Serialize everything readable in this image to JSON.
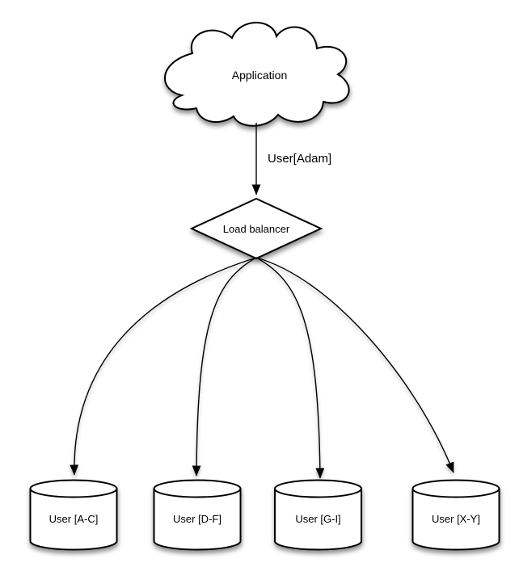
{
  "diagram": {
    "application": {
      "label": "Application",
      "shape": "cloud"
    },
    "request_arrow": {
      "label": "User[Adam]"
    },
    "load_balancer": {
      "label": "Load balancer",
      "shape": "diamond"
    },
    "shards": [
      {
        "label": "User [A-C]",
        "shape": "database-cylinder"
      },
      {
        "label": "User [D-F]",
        "shape": "database-cylinder"
      },
      {
        "label": "User [G-I]",
        "shape": "database-cylinder"
      },
      {
        "label": "User [X-Y]",
        "shape": "database-cylinder"
      }
    ],
    "colors": {
      "background": "#ffffff",
      "shape_fill": "#ffffff",
      "stroke": "#000000",
      "text": "#000000"
    }
  }
}
